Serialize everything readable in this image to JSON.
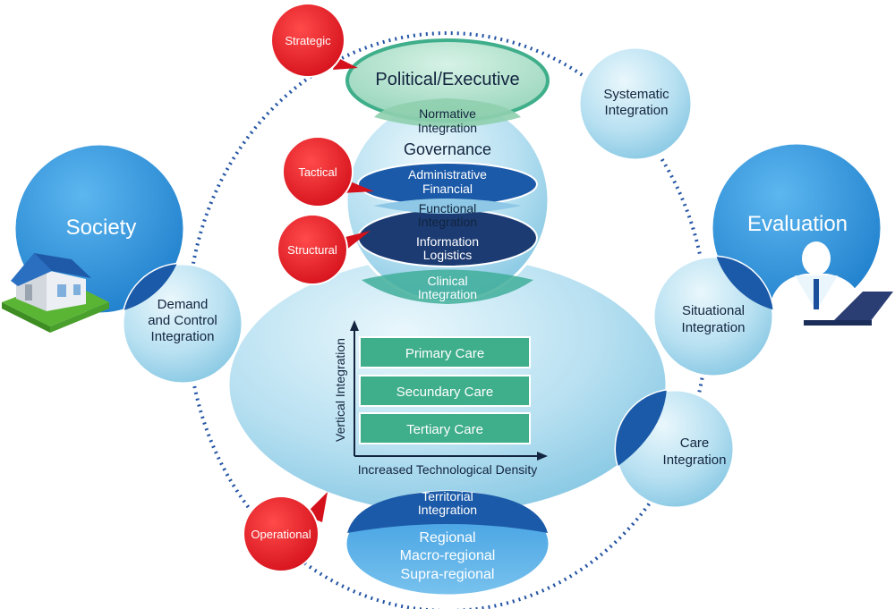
{
  "nodes": {
    "society": "Society",
    "evaluation": "Evaluation",
    "political_executive": "Political/Executive",
    "normative_integration": [
      "Normative",
      "Integration"
    ],
    "governance": "Governance",
    "administrative_financial": [
      "Administrative",
      "Financial"
    ],
    "functional_integration": [
      "Functional",
      "Integration"
    ],
    "information_logistics": [
      "Information",
      "Logistics"
    ],
    "clinical_integration": [
      "Clinical",
      "Integration"
    ],
    "systematic_integration": [
      "Systematic",
      "Integration"
    ],
    "demand_control_integration": [
      "Demand",
      "and Control",
      "Integration"
    ],
    "situational_integration": [
      "Situational",
      "Integration"
    ],
    "care_integration": [
      "Care",
      "Integration"
    ],
    "territorial_integration": [
      "Territorial",
      "Integration"
    ],
    "regional_levels": [
      "Regional",
      "Macro-regional",
      "Supra-regional"
    ]
  },
  "levels": {
    "strategic": "Strategic",
    "tactical": "Tactical",
    "structural": "Structural",
    "operational": "Operational"
  },
  "care_levels": [
    "Primary Care",
    "Secundary Care",
    "Tertiary Care"
  ],
  "axes": {
    "vertical": "Vertical Integration",
    "horizontal": "Increased Technological Density"
  },
  "icons": [
    "house-icon",
    "person-laptop-icon"
  ],
  "colors": {
    "light_blue": "#a9d8ec",
    "dark_blue": "#1b4f9b",
    "navy": "#1b3b72",
    "bright_blue": "#2c8fd6",
    "green": "#3fae8a",
    "red": "#e01b24"
  }
}
